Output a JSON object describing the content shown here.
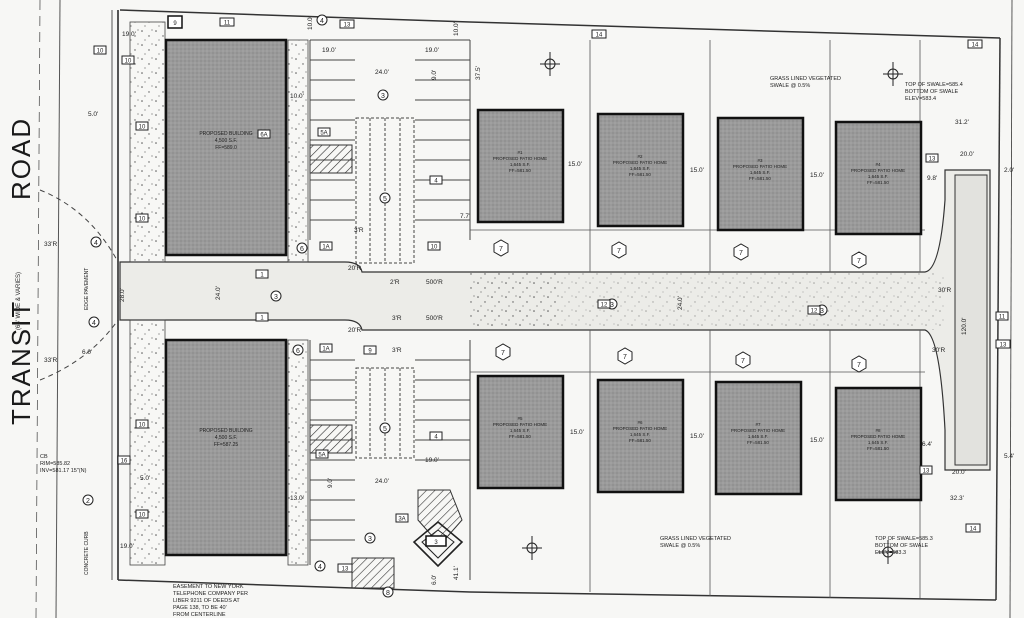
{
  "road": {
    "word1": "ROAD",
    "word2": "TRANSIT",
    "width_note": "(66' WIDE & VARIES)",
    "edge_pavement": "EDGE PAVEMENT",
    "concrete_curb": "CONCRETE CURB"
  },
  "commercial": [
    {
      "title": "PROPOSED BUILDING",
      "area": "4,500 S.F.",
      "ff": "FF=589.0"
    },
    {
      "title": "PROPOSED BUILDING",
      "area": "4,500 S.F.",
      "ff": "FF=587.25"
    }
  ],
  "homes_top": [
    {
      "num": "#1",
      "title": "PROPOSED PATIO HOME",
      "area": "1,645 S.F.",
      "ff": "FF=581.50"
    },
    {
      "num": "#2",
      "title": "PROPOSED PATIO HOME",
      "area": "1,645 S.F.",
      "ff": "FF=581.50"
    },
    {
      "num": "#3",
      "title": "PROPOSED PATIO HOME",
      "area": "1,645 S.F.",
      "ff": "FF=581.50"
    },
    {
      "num": "#4",
      "title": "PROPOSED PATIO HOME",
      "area": "1,645 S.F.",
      "ff": "FF=581.50"
    }
  ],
  "homes_bottom": [
    {
      "num": "#5",
      "title": "PROPOSED PATIO HOME",
      "area": "1,645 S.F.",
      "ff": "FF=581.50"
    },
    {
      "num": "#6",
      "title": "PROPOSED PATIO HOME",
      "area": "1,645 S.F.",
      "ff": "FF=581.50"
    },
    {
      "num": "#7",
      "title": "PROPOSED PATIO HOME",
      "area": "1,645 S.F.",
      "ff": "FF=581.50"
    },
    {
      "num": "#8",
      "title": "PROPOSED PATIO HOME",
      "area": "1,645 S.F.",
      "ff": "FF=581.50"
    }
  ],
  "dims": {
    "d19": "19.0'",
    "d24": "24.0'",
    "d9": "9.0'",
    "d10": "10.0'",
    "d5": "5.0'",
    "d13": "13.0'",
    "d15": "15.0'",
    "d20": "20.0'",
    "d2": "2.0'",
    "d28": "28.0'",
    "d31_2": "31.2'",
    "d32_3": "32.3'",
    "d37_5": "37.5'",
    "d41_1": "41.1'",
    "d9_8": "9.8'",
    "d6_4": "6.4'",
    "d5_4": "5.4'",
    "d7_7": "7.7'",
    "d120": "120.0'",
    "r33": "33'R",
    "r20": "20'R",
    "r3": "3'R",
    "r2": "2'R",
    "r500": "500'R",
    "r30": "30'R",
    "d6": "6.0'"
  },
  "notes": {
    "swale_top_1": "GRASS LINED VEGETATED",
    "swale_top_2": "SWALE @ 0.5%",
    "swale_bot_1": "GRASS LINED VEGETATED",
    "swale_bot_2": "SWALE @ 0.5%",
    "elev_top_1": "TOP OF SWALE=585.4",
    "elev_top_2": "BOTTOM OF SWALE",
    "elev_top_3": "ELEV=583.4",
    "elev_bot_1": "TOP OF SWALE=585.3",
    "elev_bot_2": "BOTTOM OF SWALE",
    "elev_bot_3": "ELEV=583.3",
    "easement_1": "EASEMENT TO NEW YORK",
    "easement_2": "TELEPHONE COMPANY PER",
    "easement_3": "LIBER 9211 OF DEEDS AT",
    "easement_4": "PAGE 138, TO BE 40'",
    "easement_5": "FROM CENTERLINE",
    "cb_1": "CB",
    "cb_2": "RIM=585.82",
    "cb_3": "INV=581.17 15\"(N)"
  },
  "tags": {
    "t1": "1",
    "t2": "2",
    "t3": "3",
    "t4": "4",
    "t5": "5",
    "t5a": "5A",
    "t6": "6",
    "t7": "7",
    "t8": "8",
    "t9": "9",
    "t10": "10",
    "t11": "11",
    "t12": "12",
    "t13": "13",
    "t14": "14",
    "t16": "16",
    "t1a": "1A",
    "t3a": "3A",
    "t6a": "6A",
    "t3d": "3"
  }
}
